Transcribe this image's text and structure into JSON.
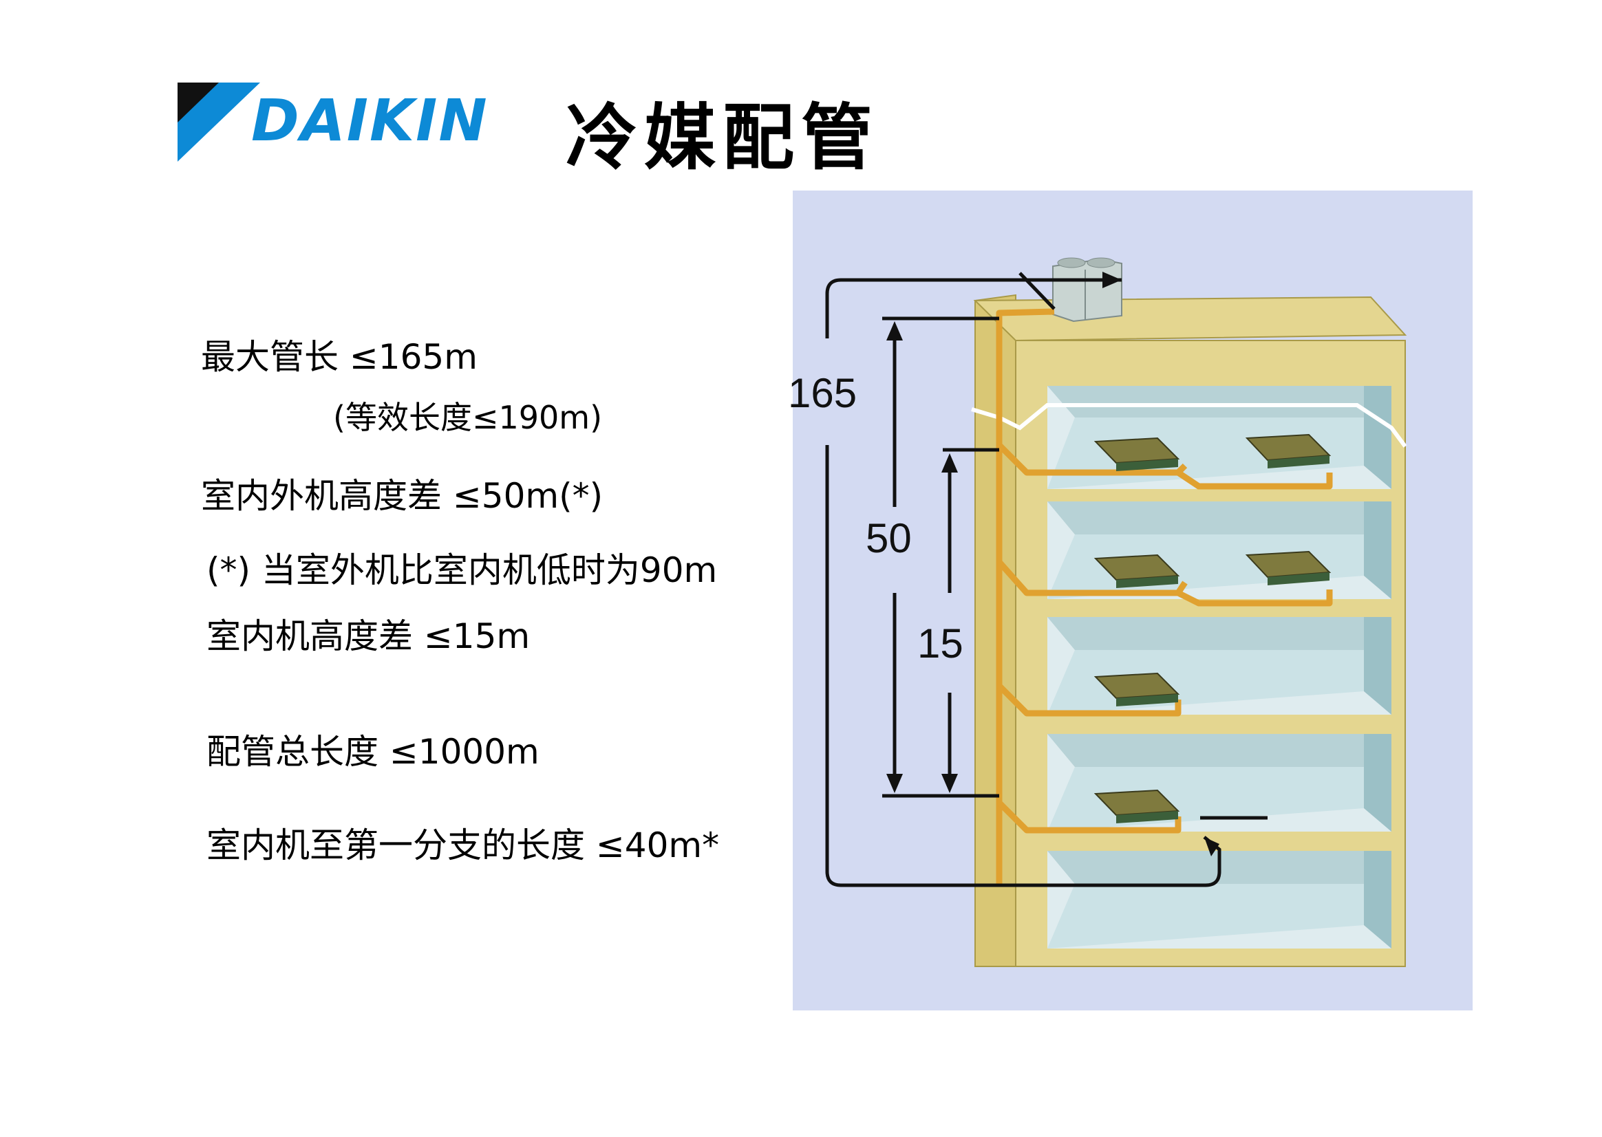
{
  "header": {
    "brand": "DAIKIN",
    "title": "冷媒配管"
  },
  "specs": {
    "max_pipe_length": "最大管长 ≤165m",
    "equivalent_length": "(等效长度≤190m)",
    "indoor_outdoor_height_diff": "室内外机高度差 ≤50m(*)",
    "note_outdoor_lower": "(*) 当室外机比室内机低时为90m",
    "indoor_height_diff": "室内机高度差 ≤15m",
    "total_pipe_length": "配管总长度 ≤1000m",
    "first_branch_length": "室内机至第一分支的长度 ≤40m*"
  },
  "diagram": {
    "dim_165": "165",
    "dim_50": "50",
    "dim_15": "15"
  },
  "colors": {
    "brand_blue": "#0d8ad6",
    "panel_bg": "#d3daf2",
    "building": "#e4d690",
    "pipe": "#e0a130"
  },
  "icons": [
    "daikin-logo-icon",
    "outdoor-unit-icon",
    "indoor-unit-icon"
  ]
}
